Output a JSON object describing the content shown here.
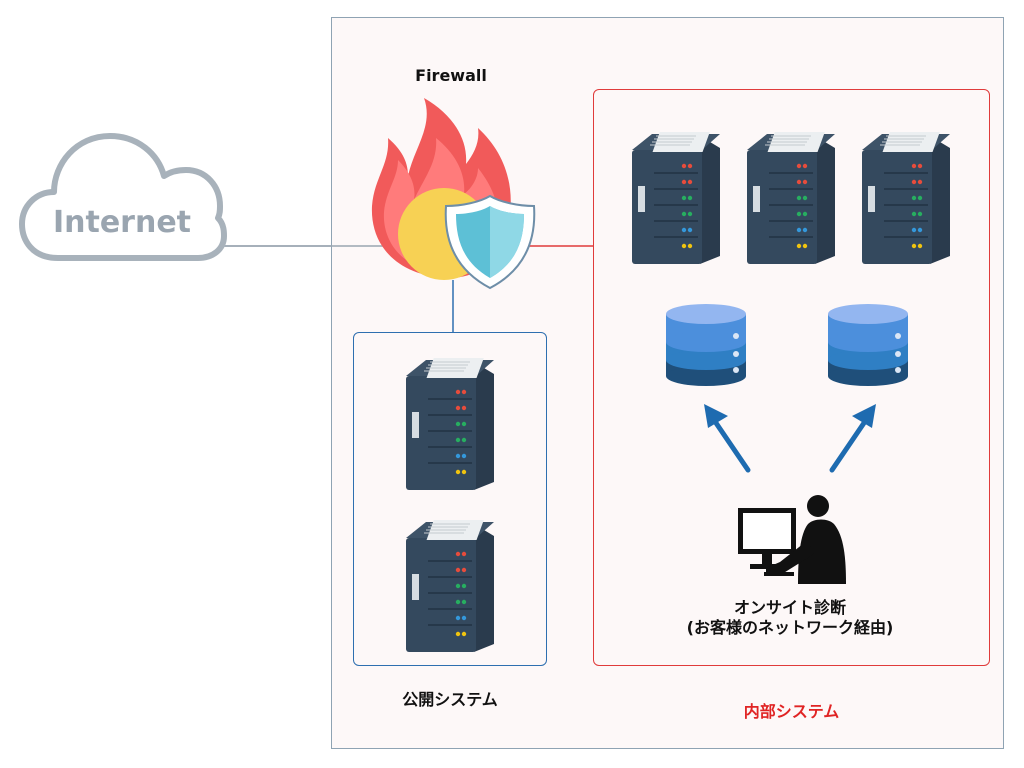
{
  "internet": {
    "label": "Internet"
  },
  "firewall": {
    "label": "Firewall"
  },
  "public_system": {
    "label": "公開システム"
  },
  "internal_system": {
    "label": "内部システム"
  },
  "onsite": {
    "line1": "オンサイト診断",
    "line2": "(お客様のネットワーク経由)"
  },
  "colors": {
    "public_border": "#2e6fb0",
    "internal_border": "#e03b3b",
    "outer_border": "#8fa3b3",
    "server_body": "#34495e",
    "db_top": "#93b6f0",
    "db_mid": "#2f7fc4",
    "db_bottom": "#1f4f7a",
    "arrow": "#1e6bb0"
  }
}
